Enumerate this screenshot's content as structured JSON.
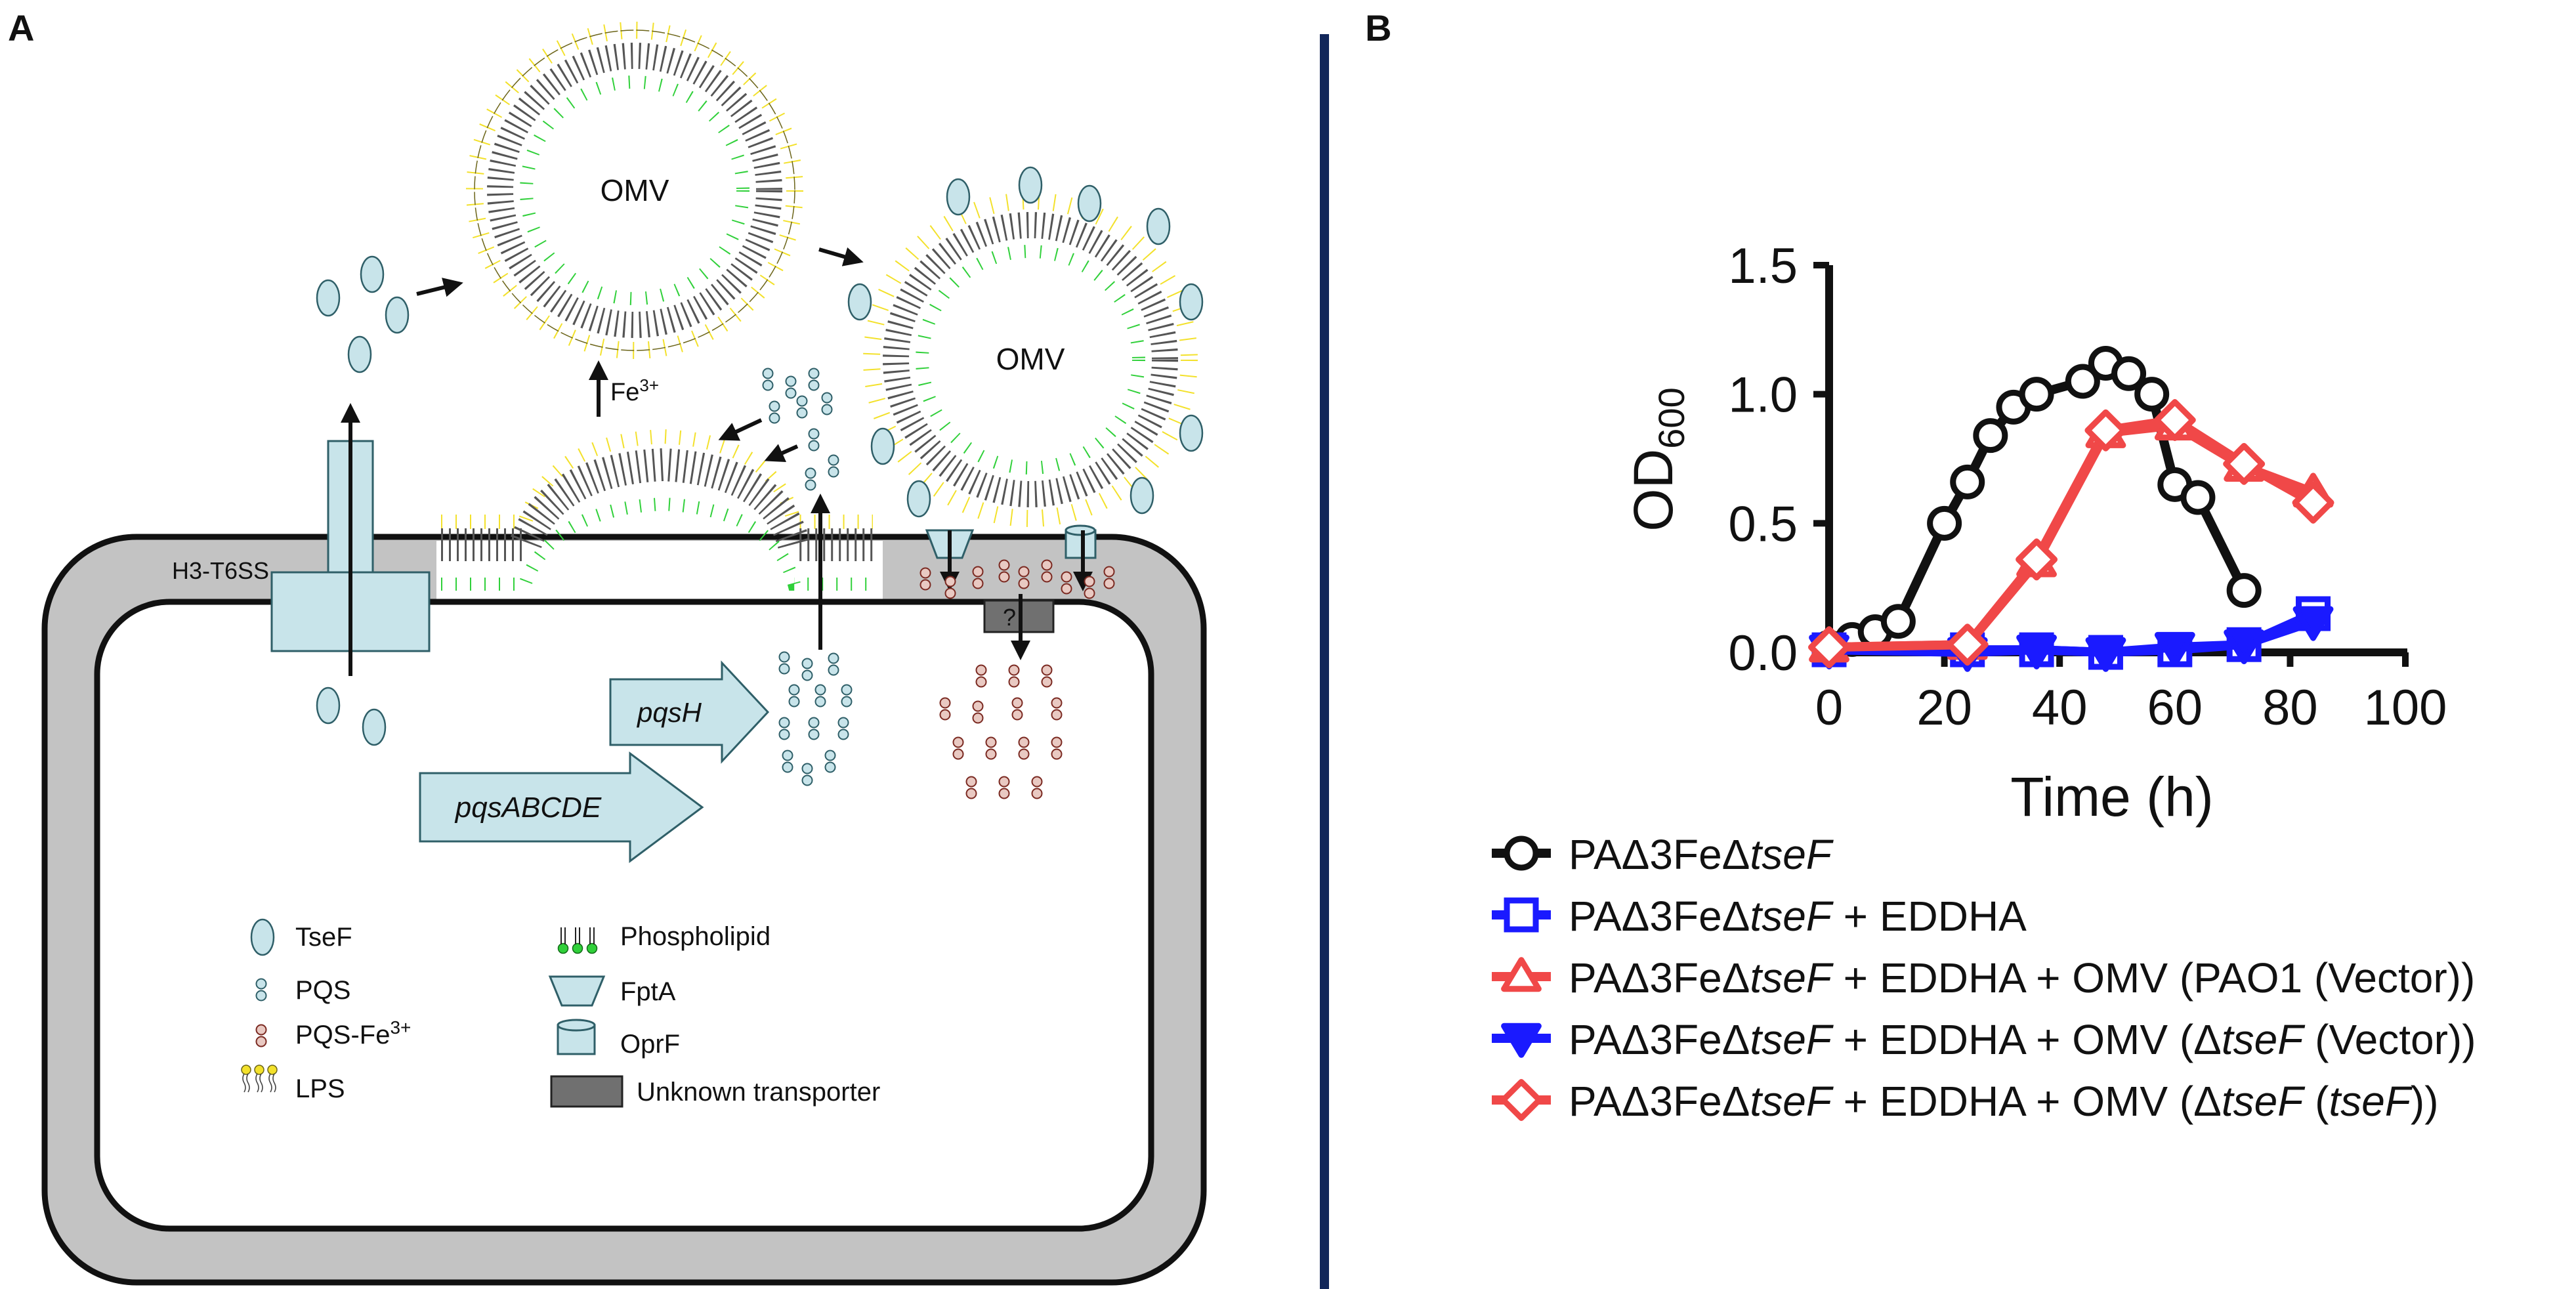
{
  "panel_a": {
    "letter": "A",
    "omv_label": "OMV",
    "fe_label": "Fe",
    "fe_sup": "3+",
    "h3t6ss_label": "H3-T6SS",
    "pqsh_label": "pqsH",
    "pqsabcde_label": "pqsABCDE",
    "unknown_mark": "?",
    "legend": {
      "tsef": "TseF",
      "pqs": "PQS",
      "pqs_fe": "PQS-Fe",
      "pqs_fe_sup": "3+",
      "lps": "LPS",
      "phospholipid": "Phospholipid",
      "fpta": "FptA",
      "oprf": "OprF",
      "unknown_transporter": "Unknown transporter"
    }
  },
  "panel_b": {
    "letter": "B",
    "legend": [
      {
        "pre": "PAΔ3FeΔ",
        "it": "tseF",
        "post": ""
      },
      {
        "pre": "PAΔ3FeΔ",
        "it": "tseF",
        "post": " + EDDHA"
      },
      {
        "pre": "PAΔ3FeΔ",
        "it": "tseF",
        "post": " + EDDHA + OMV (PAO1 (Vector))"
      },
      {
        "pre": "PAΔ3FeΔ",
        "it": "tseF",
        "post": " + EDDHA + OMV (Δ",
        "it2": "tseF",
        "post2": " (Vector))"
      },
      {
        "pre": "PAΔ3FeΔ",
        "it": "tseF",
        "post": " + EDDHA + OMV (Δ",
        "it2": "tseF",
        "post2": " (",
        "it3": "tseF",
        "post3": "))"
      }
    ]
  },
  "chart_data": {
    "type": "line",
    "xlabel": "Time (h)",
    "ylabel": "OD",
    "ylabel_sub": "600",
    "xlim": [
      0,
      100
    ],
    "ylim": [
      0,
      1.5
    ],
    "xticks": [
      "0",
      "20",
      "40",
      "60",
      "80",
      "100"
    ],
    "yticks": [
      "0.0",
      "0.5",
      "1.0",
      "1.5"
    ],
    "series": [
      {
        "name": "PAΔ3FeΔtseF",
        "color": "#111111",
        "marker": "circle-square",
        "x": [
          0,
          4,
          8,
          12,
          20,
          24,
          28,
          32,
          36,
          44,
          48,
          52,
          56,
          60,
          64,
          72
        ],
        "y": [
          0.02,
          0.05,
          0.08,
          0.12,
          0.5,
          0.66,
          0.84,
          0.95,
          1.0,
          1.05,
          1.12,
          1.08,
          1.0,
          0.65,
          0.6,
          0.24
        ]
      },
      {
        "name": "PAΔ3FeΔtseF + EDDHA",
        "color": "#1a1aff",
        "marker": "square-dash",
        "x": [
          0,
          24,
          36,
          48,
          60,
          72,
          84
        ],
        "y": [
          0.01,
          0.01,
          0.01,
          0.0,
          0.01,
          0.03,
          0.15
        ]
      },
      {
        "name": "PAΔ3FeΔtseF + EDDHA + OMV (PAO1 (Vector))",
        "color": "#f04848",
        "marker": "triangle-up",
        "x": [
          0,
          24,
          36,
          48,
          60,
          72,
          84
        ],
        "y": [
          0.02,
          0.03,
          0.35,
          0.85,
          0.88,
          0.72,
          0.62
        ]
      },
      {
        "name": "PAΔ3FeΔtseF + EDDHA + OMV (ΔtseF (Vector))",
        "color": "#1a1aff",
        "marker": "triangle-down",
        "x": [
          0,
          24,
          36,
          48,
          60,
          72,
          84
        ],
        "y": [
          0.01,
          0.0,
          0.01,
          0.0,
          0.02,
          0.03,
          0.12
        ]
      },
      {
        "name": "PAΔ3FeΔtseF + EDDHA + OMV (ΔtseF (tseF))",
        "color": "#f04848",
        "marker": "diamond",
        "x": [
          0,
          24,
          36,
          48,
          60,
          72,
          84
        ],
        "y": [
          0.02,
          0.03,
          0.36,
          0.86,
          0.9,
          0.73,
          0.58
        ]
      }
    ]
  }
}
